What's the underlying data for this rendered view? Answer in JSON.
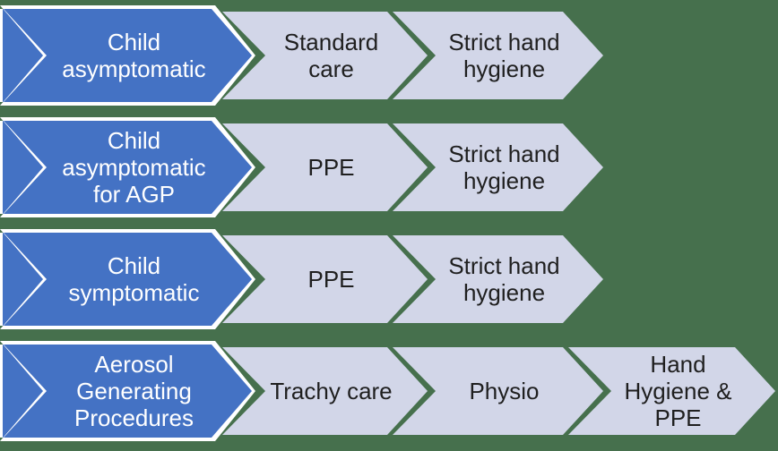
{
  "diagram": {
    "description": "Infection control chevron process flow",
    "colors": {
      "background": "#46704D",
      "primary_fill": "#4472C4",
      "primary_border": "#FFFFFF",
      "primary_text": "#FFFFFF",
      "secondary_fill": "#D2D6E8",
      "secondary_text": "#1F1F1F"
    },
    "rows": [
      {
        "steps": [
          {
            "label": "Child\nasymptomatic"
          },
          {
            "label": "Standard\ncare"
          },
          {
            "label": "Strict hand\nhygiene"
          }
        ]
      },
      {
        "steps": [
          {
            "label": "Child\nasymptomatic\nfor AGP"
          },
          {
            "label": "PPE"
          },
          {
            "label": "Strict hand\nhygiene"
          }
        ]
      },
      {
        "steps": [
          {
            "label": "Child\nsymptomatic"
          },
          {
            "label": "PPE"
          },
          {
            "label": "Strict hand\nhygiene"
          }
        ]
      },
      {
        "steps": [
          {
            "label": "Aerosol\nGenerating\nProcedures"
          },
          {
            "label": "Trachy care"
          },
          {
            "label": "Physio"
          },
          {
            "label": "Hand\nHygiene &\nPPE"
          }
        ]
      }
    ]
  }
}
